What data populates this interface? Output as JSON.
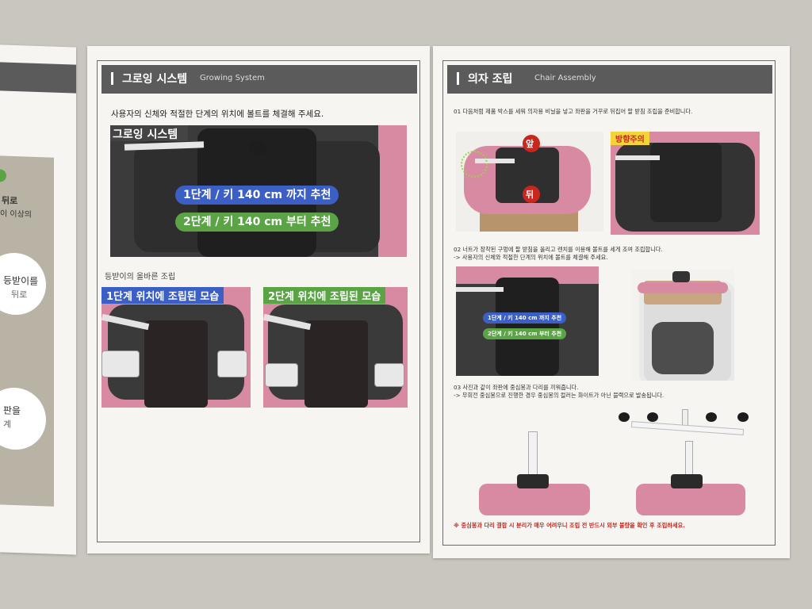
{
  "left_fragment": {
    "lines": [
      "뒤로",
      "이 이상의",
      "등받이를",
      "뒤로",
      "판을",
      "계"
    ]
  },
  "growing": {
    "title_ko": "그로잉 시스템",
    "title_en": "Growing System",
    "instruction": "사용자의 신체와 적절한 단계의 위치에 볼트를 체결해 주세요.",
    "photo_label": "그로잉 시스템",
    "step1": "1단계 / 키 140 cm 까지 추천",
    "step2": "2단계 / 키 140 cm 부터 추천",
    "section2": "등받이의 올바른 조립",
    "img1_label": "1단계 위치에 조립된 모습",
    "img2_label": "2단계 위치에 조립된 모습"
  },
  "chair": {
    "title_ko": "의자 조립",
    "title_en": "Chair Assembly",
    "step01": "01 다음처럼 제품 박스를 세워 의자용 비닐을 넣고 좌판을 거꾸로 뒤집어 팔 받침 조립을 준비합니다.",
    "front": "앞",
    "back": "뒤",
    "direction": "방향주의",
    "step02a": "02 너트가 장착된 구멍에 팔 받침을 올리고 렌치를 이용해 볼트를 세게 조여 조립합니다.",
    "step02b": "-> 사용자의 신체와 적절한 단계의 위치에 볼트를 체결해 주세요.",
    "mini1": "1단계 / 키 140 cm 까지 추천",
    "mini2": "2단계 / 키 140 cm 부터 추천",
    "step03a": "03 사진과 같이 좌판에 중심봉과 다리를 끼워줍니다.",
    "step03b": "-> 무회전 중심봉으로 진행한 경우 중심봉의 컬러는 화이트가 아닌 블랙으로 발송됩니다.",
    "warning": "※ 중심봉과 다리 결합 시 분리가 매우 어려우니 조립 전 반드시 외부 불량을 확인 후 조립하세요."
  },
  "colors": {
    "header": "#5b5b5b",
    "step1_blue": "#3b5fc4",
    "step2_green": "#5aa445",
    "pink": "#d88aa2",
    "red": "#c7271f",
    "warn_yellow": "#f3d23a"
  }
}
